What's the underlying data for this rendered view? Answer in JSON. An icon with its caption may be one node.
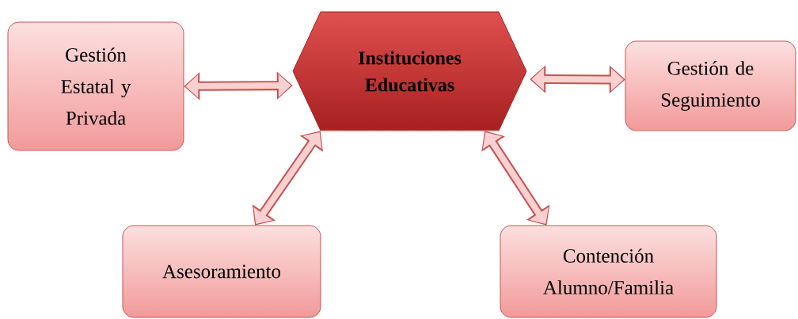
{
  "diagram": {
    "nodes": [
      {
        "text": [
          "Instituciones Educativas"
        ]
      },
      {
        "text": [
          "Gestión Estatal y Privada"
        ]
      },
      {
        "text": [
          "Gestión de Seguimiento"
        ]
      },
      {
        "text": [
          "Asesoramiento"
        ]
      },
      {
        "text": [
          "Contención Alumno/Familia"
        ]
      }
    ],
    "edges": [
      {
        "from": 1,
        "to": 0,
        "arrow": "both"
      },
      {
        "from": 0,
        "to": 2,
        "arrow": "both"
      },
      {
        "from": 0,
        "to": 3,
        "arrow": "both"
      },
      {
        "from": 0,
        "to": 4,
        "arrow": "both"
      }
    ]
  }
}
